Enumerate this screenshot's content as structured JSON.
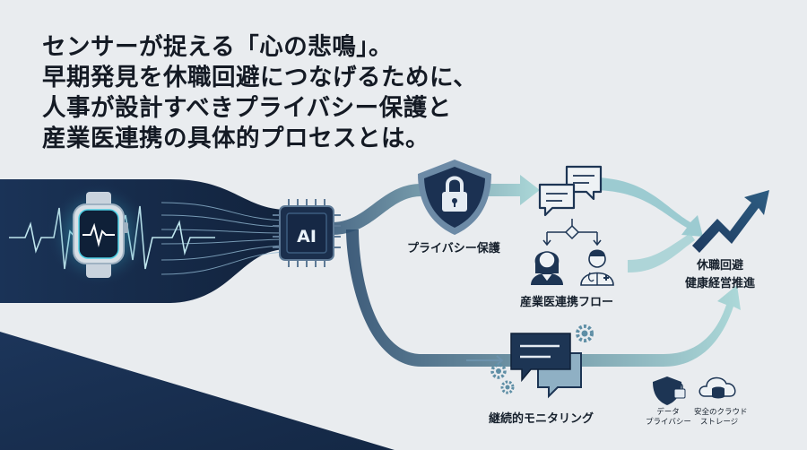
{
  "title_lines": [
    "センサーが捉える「心の悲鳴」。",
    "早期発見を休職回避につなげるために、",
    "人事が設計すべきプライバシー保護と",
    "産業医連携の具体的プロセスとは。"
  ],
  "chip_label": "AI",
  "labels": {
    "privacy": "プライバシー保護",
    "occupational_flow": "産業医連携フロー",
    "outcome_line1": "休職回避",
    "outcome_line2": "健康経営推進",
    "monitoring": "継続的モニタリング",
    "data_privacy_line1": "データ",
    "data_privacy_line2": "プライバシー",
    "cloud_line1": "安全のクラウド",
    "cloud_line2": "ストレージ"
  },
  "colors": {
    "navy": "#18304f",
    "teal": "#5f9ea8",
    "light_teal": "#9fd0d2",
    "background": "#e9ecef",
    "text": "#141a24"
  }
}
